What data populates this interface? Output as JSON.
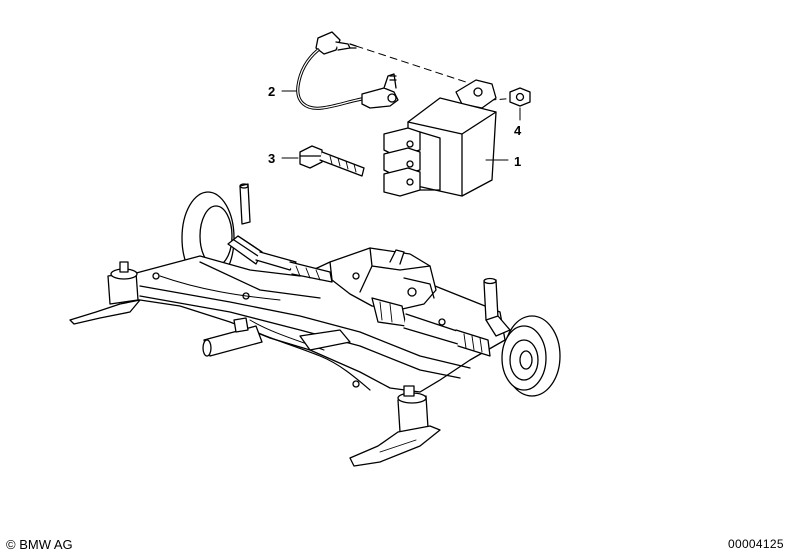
{
  "callouts": [
    {
      "id": "1",
      "label": "1"
    },
    {
      "id": "2",
      "label": "2"
    },
    {
      "id": "3",
      "label": "3"
    },
    {
      "id": "4",
      "label": "4"
    }
  ],
  "footer": {
    "copyright": "© BMW AG",
    "diagram_number": "00004125"
  }
}
